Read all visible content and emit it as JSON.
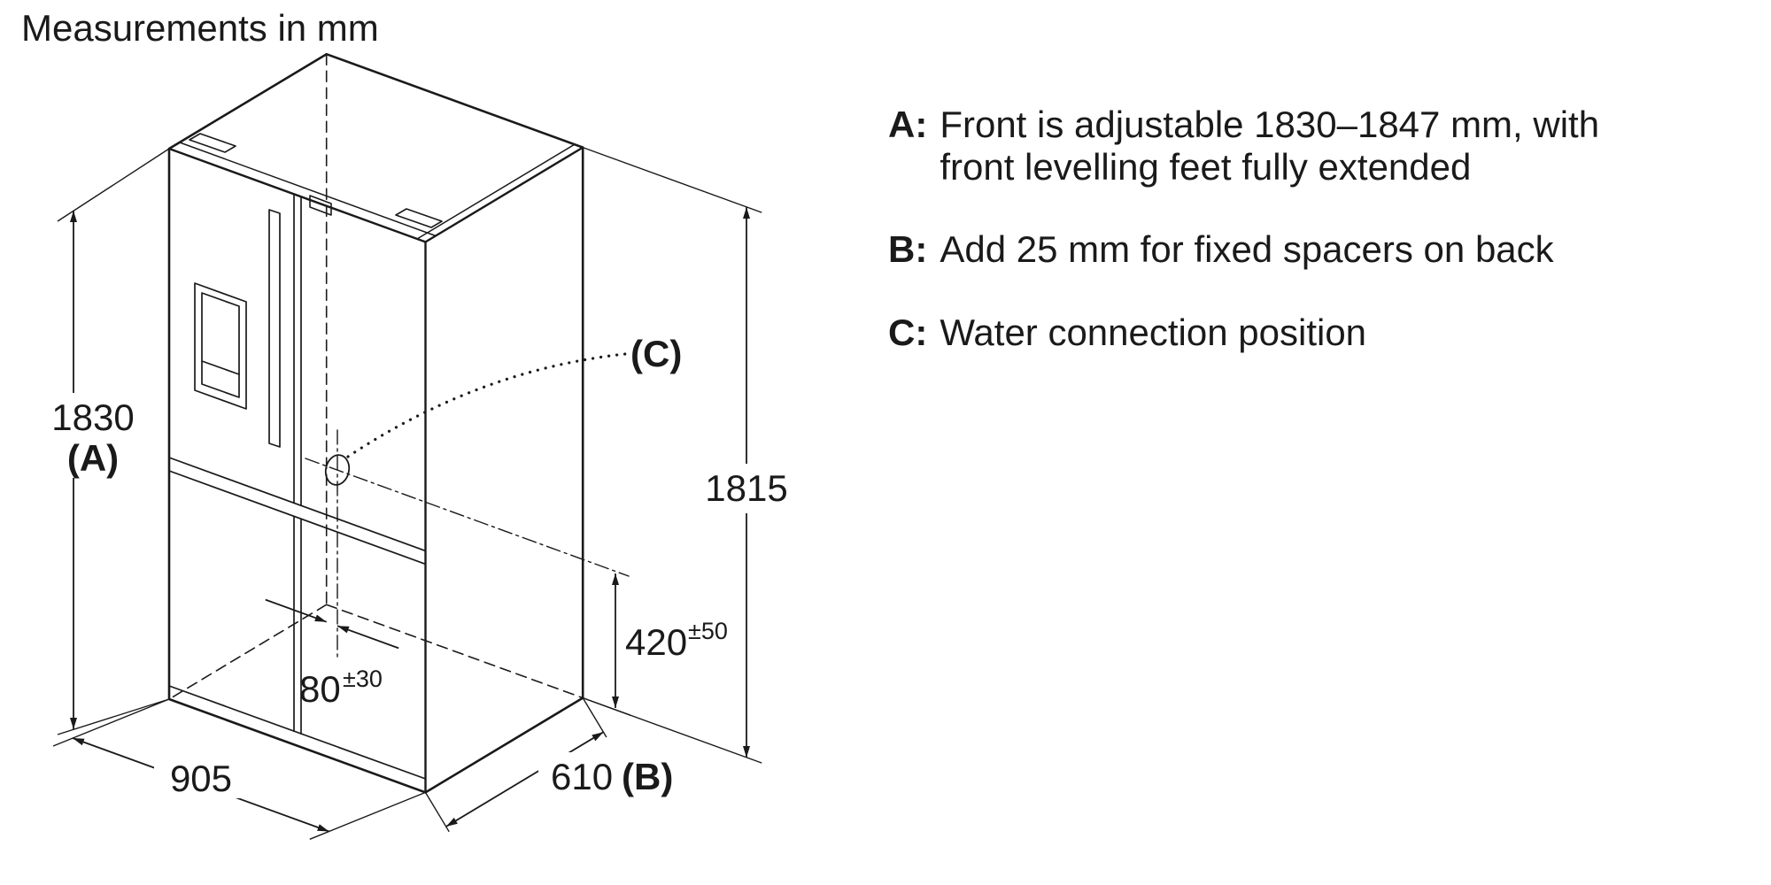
{
  "title": "Measurements in mm",
  "legend": [
    {
      "key": "A:",
      "line1": "Front is adjustable 1830–1847 mm, with",
      "line2": "front levelling feet fully extended"
    },
    {
      "key": "B:",
      "line1": "Add 25 mm for fixed spacers on back",
      "line2": ""
    },
    {
      "key": "C:",
      "line1": "Water connection position",
      "line2": ""
    }
  ],
  "dimensions": {
    "front_height": {
      "value": "1830",
      "label": "(A)"
    },
    "width": {
      "value": "905"
    },
    "back_height": {
      "value": "1815"
    },
    "water_height": {
      "value": "420",
      "tolerance": "±50"
    },
    "water_offset": {
      "value": "80",
      "tolerance": "±30"
    },
    "depth": {
      "value": "610",
      "label": "(B)"
    },
    "water_connection": {
      "label": "(C)"
    }
  },
  "colors": {
    "line": "#1a1a1a",
    "background": "#ffffff"
  }
}
